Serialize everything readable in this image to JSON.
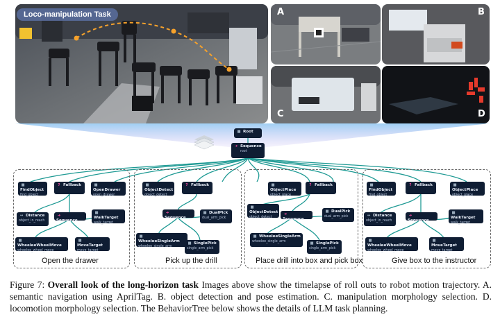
{
  "top_banner": {
    "title": "Loco-manipulation Task"
  },
  "photos": [
    {
      "letter": "A"
    },
    {
      "letter": "B"
    },
    {
      "letter": "C"
    },
    {
      "letter": "D"
    }
  ],
  "tree_root": {
    "root_label": "Root",
    "seq_label": "Sequence",
    "seq_sub": "root"
  },
  "panels": [
    {
      "title": "Open the drawer",
      "find": {
        "label": "FindObject",
        "sub": "find_object"
      },
      "fallback": {
        "label": "Fallback"
      },
      "action": {
        "label": "OpenDrawer",
        "sub": "open_drawer"
      },
      "distance": {
        "label": "Distance",
        "sub": "object_in_reach"
      },
      "sequence": {
        "label": "Sequence"
      },
      "walk": {
        "label": "WalkTarget",
        "sub": "walk_target"
      },
      "morph": {
        "label": "WheeleeWheelMove",
        "sub": "wheelee_wheel_move"
      },
      "move": {
        "label": "MoveTarget",
        "sub": "move_target"
      }
    },
    {
      "title": "Pick up the drill",
      "find": {
        "label": "ObjectDetect",
        "sub": "object_detect"
      },
      "fallback": {
        "label": "Fallback"
      },
      "sequence": {
        "label": "Sequence"
      },
      "action": {
        "label": "DualPick",
        "sub": "dual_arm_pick"
      },
      "morph": {
        "label": "WheeleeSingleArm",
        "sub": "wheelee_single_arm"
      },
      "pick": {
        "label": "SinglePick",
        "sub": "single_arm_pick"
      }
    },
    {
      "title": "Place drill into box and pick box",
      "find": {
        "label": "ObjectPlace",
        "sub": "object_place"
      },
      "fallback": {
        "label": "Fallback"
      },
      "detect": {
        "label": "ObjectDetect",
        "sub": "object_detect"
      },
      "sequence": {
        "label": "Sequence"
      },
      "action": {
        "label": "DualPick",
        "sub": "dual_arm_pick"
      },
      "morph": {
        "label": "WheeleeSingleArm",
        "sub": "wheelee_single_arm"
      },
      "pick": {
        "label": "SinglePick",
        "sub": "single_arm_pick"
      }
    },
    {
      "title": "Give box to the instructor",
      "find": {
        "label": "FindObject",
        "sub": "find_object"
      },
      "fallback": {
        "label": "Fallback"
      },
      "action": {
        "label": "ObjectPlace",
        "sub": "object_place"
      },
      "distance": {
        "label": "Distance",
        "sub": "object_in_reach"
      },
      "sequence": {
        "label": "Sequence"
      },
      "walk": {
        "label": "WalkTarget",
        "sub": "walk_target"
      },
      "morph": {
        "label": "WheeleeWheelMove",
        "sub": "wheelee_wheel_move"
      },
      "move": {
        "label": "MoveTarget",
        "sub": "move_target"
      }
    }
  ],
  "caption": {
    "prefix": "Figure 7:",
    "bold_title": "Overall look of the long-horizon task",
    "body": "Images above show the timelapse of roll outs to robot motion trajectory.  A. semantic navigation using AprilTag.  B. object detection and pose estimation.  C. manipulation morphology selection.  D. locomotion morphology selection.  The BehaviorTree below shows the details of LLM task planning."
  },
  "colors": {
    "edge": "#1f9a94",
    "node_bg": "#0f1d33",
    "fallback_icon": "#ff4fa8",
    "sequence_icon": "#ff4fa8"
  }
}
